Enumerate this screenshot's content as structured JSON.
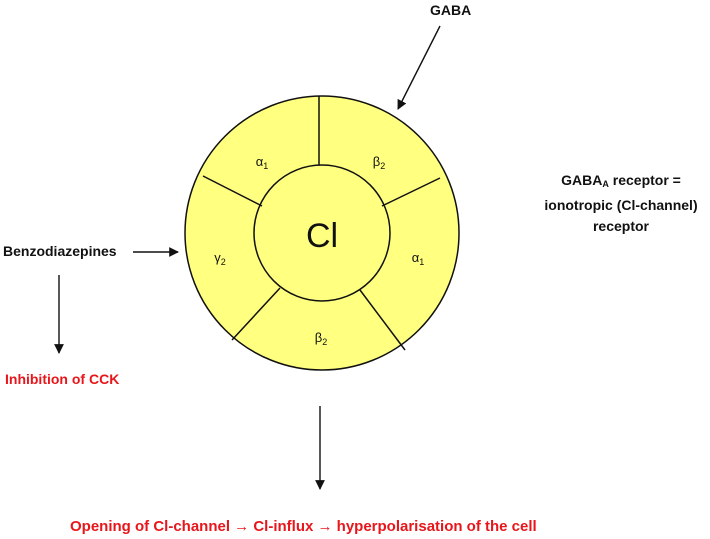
{
  "labels": {
    "gaba": "GABA",
    "benzodiazepines": "Benzodiazepines",
    "inhibition": "Inhibition of CCK",
    "outcome": "Opening of Cl-channel → Cl-influx → hyperpolarisation of the cell",
    "receptor_desc": {
      "prefix": "GABA",
      "subscript": "A",
      "line1_suffix": " receptor =",
      "line2": "ionotropic (Cl-channel)",
      "line3": "receptor"
    }
  },
  "receptor": {
    "center_label": "Cl",
    "subunits": [
      {
        "symbol": "α",
        "index": "1"
      },
      {
        "symbol": "β",
        "index": "2"
      },
      {
        "symbol": "α",
        "index": "1"
      },
      {
        "symbol": "β",
        "index": "2"
      },
      {
        "symbol": "γ",
        "index": "2"
      }
    ]
  },
  "colors": {
    "fill": "#ffff80",
    "stroke": "#111111",
    "highlight_text": "#e8161b"
  },
  "icons": [
    "arrow-down-left",
    "arrow-right",
    "arrow-down",
    "arrow-down"
  ]
}
